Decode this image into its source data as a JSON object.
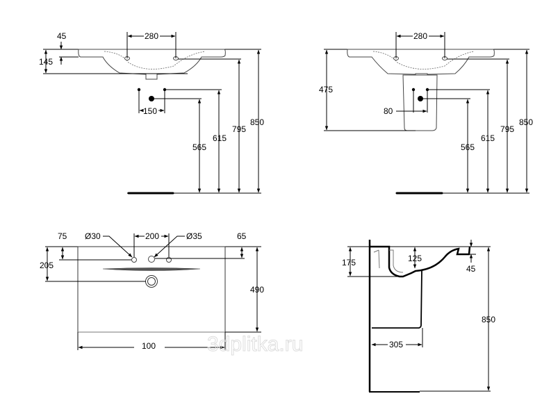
{
  "front_view_bracket": {
    "tap_hole_spacing": "280",
    "rim_thickness": "45",
    "basin_depth": "145",
    "supply_spacing": "150",
    "waste_height": "565",
    "supply_height": "615",
    "tap_height": "795",
    "rim_height": "850"
  },
  "front_view_pedestal": {
    "tap_hole_spacing": "280",
    "pedestal_height": "475",
    "supply_spacing": "80",
    "waste_height": "565",
    "supply_height": "615",
    "tap_height": "795",
    "rim_height": "850"
  },
  "plan_view": {
    "hole_offset_left": "75",
    "small_hole_diameter": "Ø30",
    "hole_spacing": "200",
    "tap_hole_diameter": "Ø35",
    "hole_offset_right": "65",
    "drain_offset": "205",
    "depth": "490",
    "width": "100"
  },
  "side_view": {
    "basin_height": "175",
    "bowl_depth": "125",
    "rim_thickness": "45",
    "pedestal_projection": "305",
    "rim_height": "850"
  },
  "watermark": "3dplitka.ru"
}
